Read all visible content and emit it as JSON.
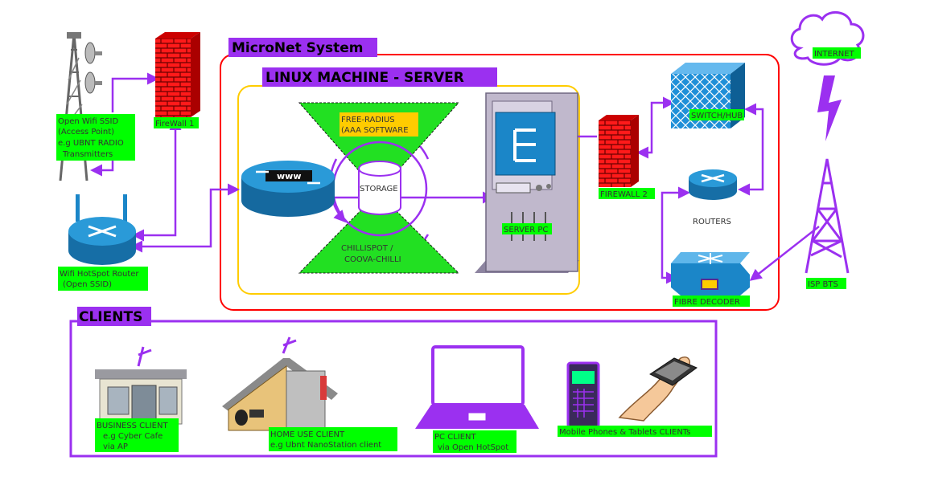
{
  "titles": {
    "micronet": "MicroNet System",
    "linux": "LINUX MACHINE - SERVER",
    "clients": "CLIENTS"
  },
  "labels": {
    "ap_1": "Open Wifi SSID",
    "ap_2": "(Access Point)",
    "ap_3": "e.g UBNT RADIO",
    "ap_4": "Transmitters",
    "firewall1": "FireWall 1",
    "hotspot_1": "Wifi HotSpot Router",
    "hotspot_2": "(Open SSID)",
    "freeradius_1": "FREE-RADIUS",
    "freeradius_2": "(AAA SOFTWARE",
    "storage": "STORAGE",
    "chilli_1": "CHILLISPOT /",
    "chilli_2": "COOVA-CHILLI",
    "www": "www",
    "serverpc": "SERVER PC",
    "firewall2": "FIREWALL 2",
    "switchhub": "SWITCH/HUB",
    "routers": "ROUTERS",
    "fibre": "FIBRE DECODER",
    "internet": "INTERNET",
    "isp": "ISP BTS",
    "business_1": "BUSINESS CLIENT",
    "business_2": "e.g Cyber Cafe",
    "business_3": "via AP",
    "home_1": "HOME USE CLIENT",
    "home_2": "e.g Ubnt NanoStation client",
    "pc_1": "PC CLIENT",
    "pc_2": "via Open HotSpot",
    "mobile": "Mobile Phones & Tablets CLIENTs"
  },
  "colors": {
    "purple": "#9b30f0",
    "label_green": "#00ff00",
    "label_orange": "#ffcc00",
    "system_border": "#ff0000",
    "server_border": "#ffcc00",
    "firewall_red": "#ff1a1a",
    "router_blue": "#1b86c8",
    "switch_blue": "#1e8fd8",
    "server_gray": "#c0b8cc"
  }
}
